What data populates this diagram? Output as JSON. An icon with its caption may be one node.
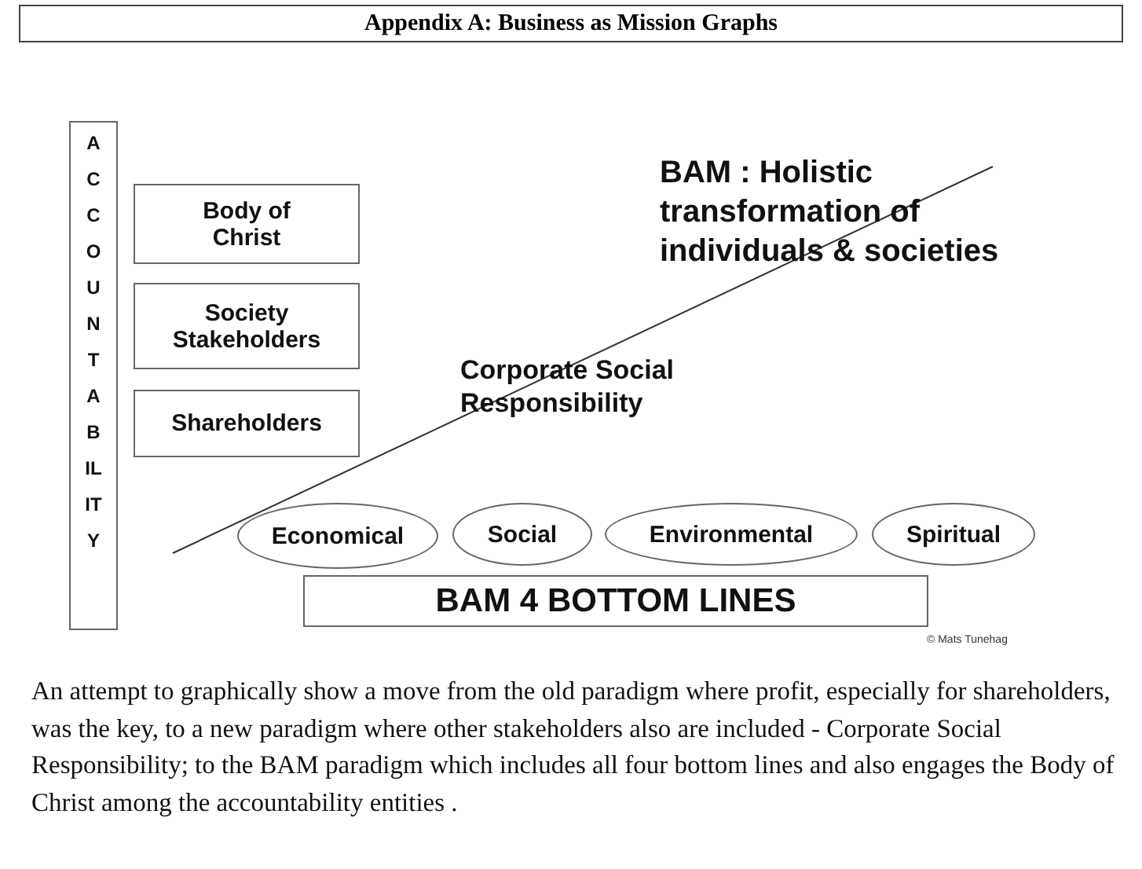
{
  "diagram": {
    "title": "Appendix A: Business as Mission Graphs",
    "caption": "An attempt to graphically show a move from the old paradigm where profit, especially for shareholders, was the key, to a new paradigm where other stakeholders also are included - Corporate Social Responsibility; to the BAM paradigm which includes all four bottom lines and also engages the Body of Christ among the accountability entities .",
    "nodes": [
      {
        "text": [
          "ACCOUNTABILITY"
        ]
      },
      {
        "text": [
          "Body of Christ"
        ]
      },
      {
        "text": [
          "Society Stakeholders"
        ]
      },
      {
        "text": [
          "Shareholders"
        ]
      },
      {
        "text": [
          "Economical"
        ]
      },
      {
        "text": [
          "Social"
        ]
      },
      {
        "text": [
          "Environmental"
        ]
      },
      {
        "text": [
          "Spiritual"
        ]
      },
      {
        "text": [
          "BAM 4 BOTTOM LINES"
        ]
      }
    ],
    "edges": [],
    "labels": [
      "BAM : Holistic transformation of individuals & societies",
      "Corporate Social Responsibility",
      "© Mats Tunehag"
    ]
  }
}
